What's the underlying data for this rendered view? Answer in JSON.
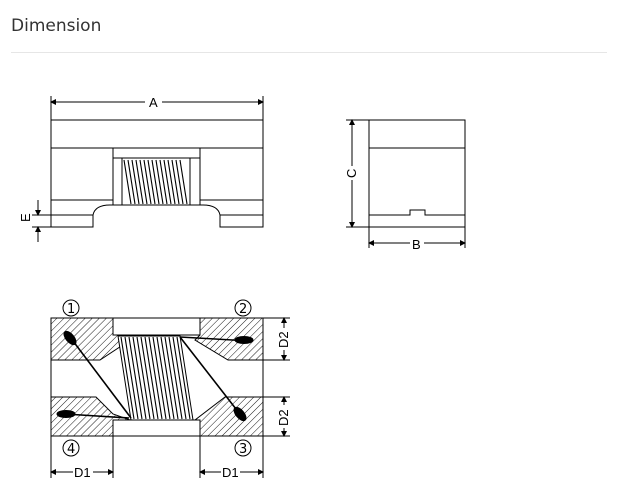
{
  "header": {
    "title": "Dimension"
  },
  "labels": {
    "A": "A",
    "B": "B",
    "C": "C",
    "E": "E",
    "D1_left": "D1",
    "D1_right": "D1",
    "D2_top": "D2",
    "D2_bottom": "D2"
  },
  "terminals": {
    "t1": "1",
    "t2": "2",
    "t3": "3",
    "t4": "4"
  }
}
